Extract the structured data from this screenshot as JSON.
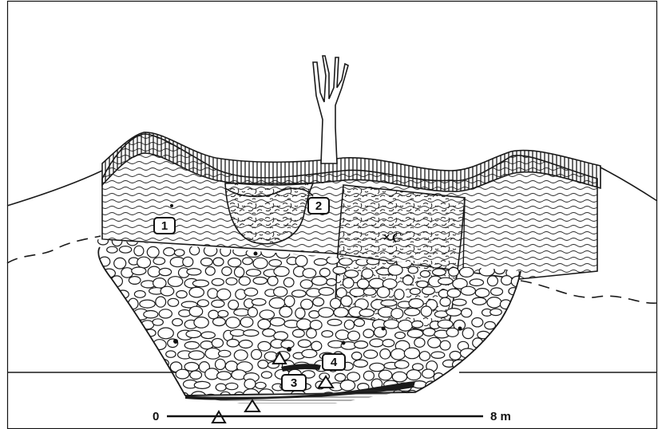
{
  "labels": {
    "unit_1": "1",
    "unit_2": "2",
    "unit_3": "3",
    "unit_4": "4",
    "point_c": "C"
  },
  "scale": {
    "start": "0",
    "end": "8 m"
  }
}
